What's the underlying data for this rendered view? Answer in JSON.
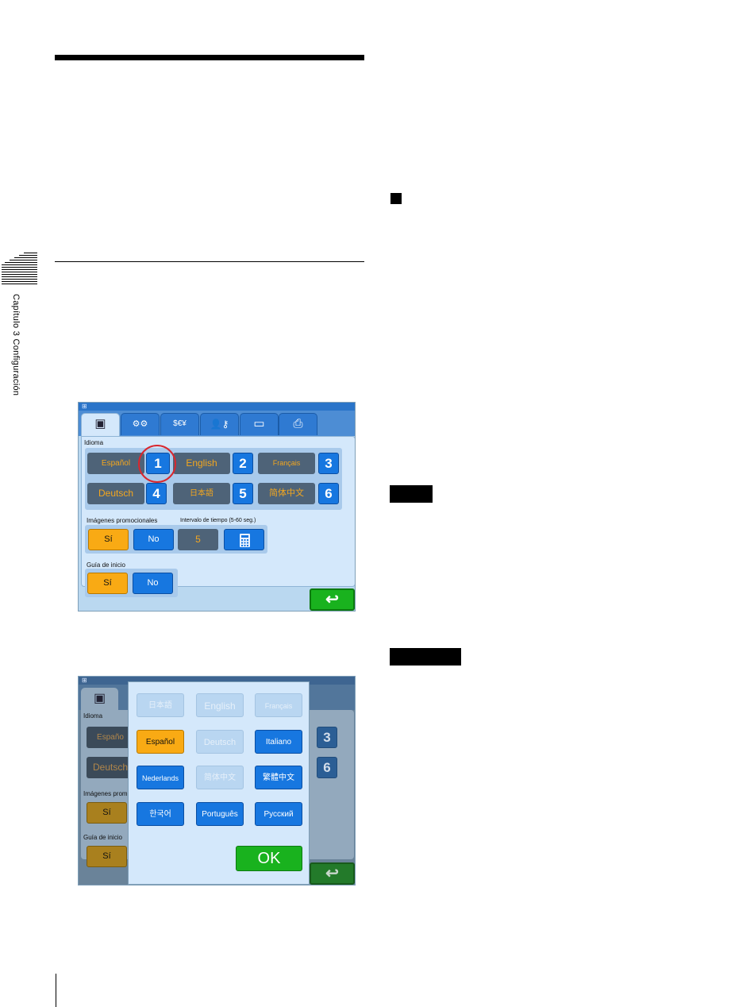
{
  "chapter": {
    "side_label": "Capítulo 3  Configuración"
  },
  "screen1": {
    "tabs": [
      {
        "icon": "monitor-icon",
        "glyph": "▣"
      },
      {
        "icon": "gears-icon",
        "glyph": "⚙⚙"
      },
      {
        "icon": "currency-icon",
        "glyph": "$€¥"
      },
      {
        "icon": "user-key-icon",
        "glyph": "👤⚷"
      },
      {
        "icon": "frame-icon",
        "glyph": "▭"
      },
      {
        "icon": "print-icon",
        "glyph": "⎙"
      }
    ],
    "language_label": "Idioma",
    "languages": [
      {
        "name": "Español",
        "num": "1"
      },
      {
        "name": "English",
        "num": "2"
      },
      {
        "name": "Français",
        "num": "3"
      },
      {
        "name": "Deutsch",
        "num": "4"
      },
      {
        "name": "日本語",
        "num": "5"
      },
      {
        "name": "简体中文",
        "num": "6"
      }
    ],
    "promo_label": "Imágenes promocionales",
    "interval_label": "Intervalo de tiempo (5-60 seg.)",
    "yes": "Sí",
    "no": "No",
    "interval_value": "5",
    "guide_label": "Guía de inicio",
    "back_glyph": "↩",
    "colors": {
      "highlight_circle": "#d9272e",
      "accent": "#f9aa14",
      "button": "#1777e0",
      "ok": "#19b21e"
    }
  },
  "screen2": {
    "bg_language_label": "Idioma",
    "bg_lang_1": "Españo",
    "bg_lang_2": "Deutsch",
    "bg_num_3": "3",
    "bg_num_6": "6",
    "bg_promo_label": "Imágenes prom",
    "bg_guide_label": "Guía de inicio",
    "bg_yes": "Sí",
    "dialog_languages": [
      {
        "name": "日本語",
        "state": "off"
      },
      {
        "name": "English",
        "state": "off"
      },
      {
        "name": "Français",
        "state": "off"
      },
      {
        "name": "Español",
        "state": "sel"
      },
      {
        "name": "Deutsch",
        "state": "off"
      },
      {
        "name": "Italiano",
        "state": "on"
      },
      {
        "name": "Nederlands",
        "state": "on"
      },
      {
        "name": "简体中文",
        "state": "off"
      },
      {
        "name": "繁體中文",
        "state": "on"
      },
      {
        "name": "한국어",
        "state": "on"
      },
      {
        "name": "Português",
        "state": "on"
      },
      {
        "name": "Русский",
        "state": "on"
      }
    ],
    "ok": "OK",
    "back_glyph": "↩"
  }
}
